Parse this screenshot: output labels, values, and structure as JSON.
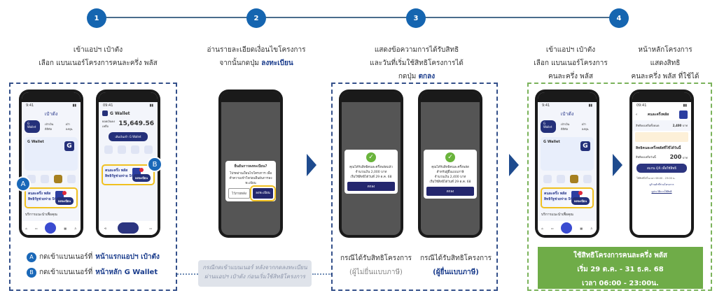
{
  "steps": [
    {
      "number": "1",
      "caption_lines": [
        "เข้าแอปฯ เป๋าตัง",
        "เลือก แบนเนอร์โครงการคนละครึ่ง พลัส"
      ]
    },
    {
      "number": "2",
      "caption_lines": [
        "อ่านรายละเอียดเงื่อนไขโครงการ",
        "จากนั้นกดปุ่ม"
      ],
      "caption_highlight": "ลงทะเบียน"
    },
    {
      "number": "3",
      "caption_lines": [
        "แสดงข้อความการได้รับสิทธิ",
        "และวันที่เริ่มใช้สิทธิโครงการได้",
        "กดปุ่ม"
      ],
      "caption_highlight": "ตกลง"
    },
    {
      "number": "4",
      "caption_a_lines": [
        "เข้าแอปฯ เป๋าตัง",
        "เลือก แบนเนอร์โครงการ",
        "คนละครึ่ง พลัส"
      ],
      "caption_b_lines": [
        "หน้าหลักโครงการ",
        "แสดงสิทธิ",
        "คนละครึ่ง พลัส ที่ใช้ได้"
      ]
    }
  ],
  "phone_home": {
    "time": "9:41",
    "title": "เป๋าตัง",
    "chips": [
      "G Wallet",
      "เป๋าเงินดิจิทัล",
      "เป๋าลงทุน"
    ],
    "card_title": "G Wallet",
    "card_logo": "G",
    "banner_title": "คนละครึ่ง พลัส",
    "banner_sub": "สิทธิรัฐช่วยจ่าย 50%",
    "banner_button": "ลงทะเบียน",
    "section_label": "บริการแนะนำเพื่อคุณ"
  },
  "phone_gwallet": {
    "time": "09:41",
    "title": "G Wallet",
    "balance_label": "ยอดเงินคงเหลือ",
    "balance": "15,649.56",
    "topup_button": "เติมเงินเข้า G Wallet",
    "banner_title": "คนละครึ่ง พลัส",
    "banner_sub": "สิทธิรัฐช่วยจ่าย 50%",
    "banner_button": "ลงทะเบียน"
  },
  "badges": {
    "a": "A",
    "b": "B"
  },
  "legend": [
    {
      "badge": "A",
      "text": "กดเข้าแบนเนอร์ที่",
      "highlight": "หน้าแรกแอปฯ เป๋าตัง"
    },
    {
      "badge": "B",
      "text": "กดเข้าแบนเนอร์ที่",
      "highlight": "หน้าหลัก G Wallet"
    }
  ],
  "register_dialog": {
    "title": "ยืนยันการลงทะเบียน?",
    "body": "โปรดอ่านเงื่อนไขโครงการ เพื่อทำความเข้าใจก่อนยืนยันการลงทะเบียน",
    "cancel": "ไว้ภายหลัง",
    "confirm": "ลงทะเบียน"
  },
  "note": "กรณีกดเข้าแบนเนอร์ หลังจากกดลงทะเบียน ผ่านแอปฯ เป๋าตัง ก่อนเริ่มใช้สิทธิโครงการ",
  "success_dialogs": [
    {
      "lines": [
        "คุณได้รับสิทธิคนละครึ่งพลัสแล้ว",
        "จำนวนเงิน 2,000 บาท",
        "เริ่มใช้สิทธิได้วันที่ 29 ต.ค. 68"
      ],
      "button": "ตกลง",
      "case": "กรณีได้รับสิทธิโครงการ",
      "case_sub": "(ผู้ไม่ยื่นแบบภาษี)"
    },
    {
      "lines": [
        "คุณได้รับสิทธิคนละครึ่งพลัส",
        "สำหรับผู้ยื่นแบบภาษี",
        "จำนวนเงิน 2,400 บาท",
        "เริ่มใช้สิทธิได้วันที่ 29 ต.ค. 68"
      ],
      "button": "ตกลง",
      "case": "กรณีได้รับสิทธิโครงการ",
      "case_sub": "(ผู้ยื่นแบบภาษี)"
    }
  ],
  "project_home": {
    "time": "09:41",
    "title": "คนละครึ่งพลัส",
    "total_label": "สิทธิคงเหลือทั้งหมด",
    "total_value": "2,400",
    "today_heading": "สิทธิคนละครึ่งพลัสที่ใช้ได้วันนี้",
    "today_label": "สิทธิคงเหลือวันนี้",
    "today_value": "200",
    "unit": "บาท",
    "scan_button": "สแกน QR เพื่อใช้สิทธิ",
    "info": "ใช้สิทธิได้ในเวลา 06:00 - 23:00 น.",
    "link": "ดูร้านค้าที่ร่วมโครงการ",
    "footer_link": "ดูประวัติการใช้สิทธิ"
  },
  "usage_box": {
    "lines": [
      "ใช้สิทธิโครงการคนละครึ่ง พลัส",
      "เริ่ม 29 ต.ค. - 31 ธ.ค. 68",
      "เวลา 06:00 - 23:00น."
    ],
    "color": "#6fac48"
  },
  "colors": {
    "step_circle": "#1565b0",
    "highlight_text": "#1a3c8c",
    "banner_border": "#f0c020",
    "arrow": "#1e4b8e"
  }
}
